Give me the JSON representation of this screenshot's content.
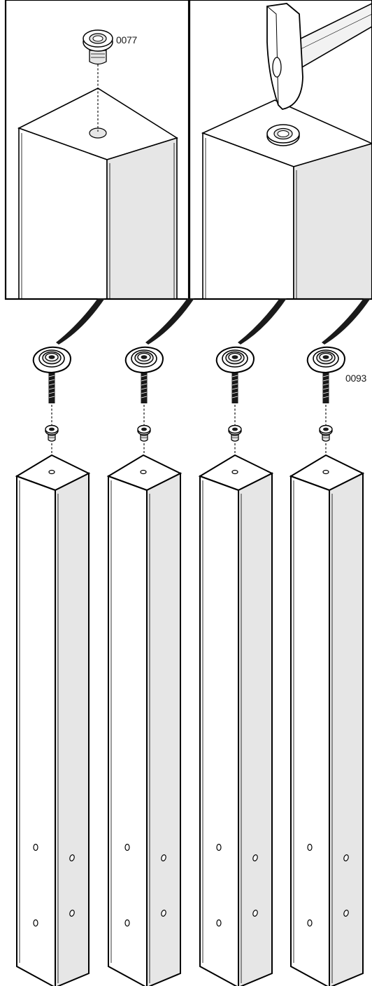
{
  "diagram": {
    "part_labels": {
      "insert_nut": "0077",
      "glide_foot": "0093"
    },
    "colors": {
      "stroke": "#000000",
      "face_front": "#ffffff",
      "face_side": "#e6e6e6",
      "hammer_head": "#ffffff",
      "handle": "#f2f2f2"
    },
    "legs": [
      {
        "id": "leg-1"
      },
      {
        "id": "leg-2"
      },
      {
        "id": "leg-3"
      },
      {
        "id": "leg-4"
      }
    ]
  }
}
